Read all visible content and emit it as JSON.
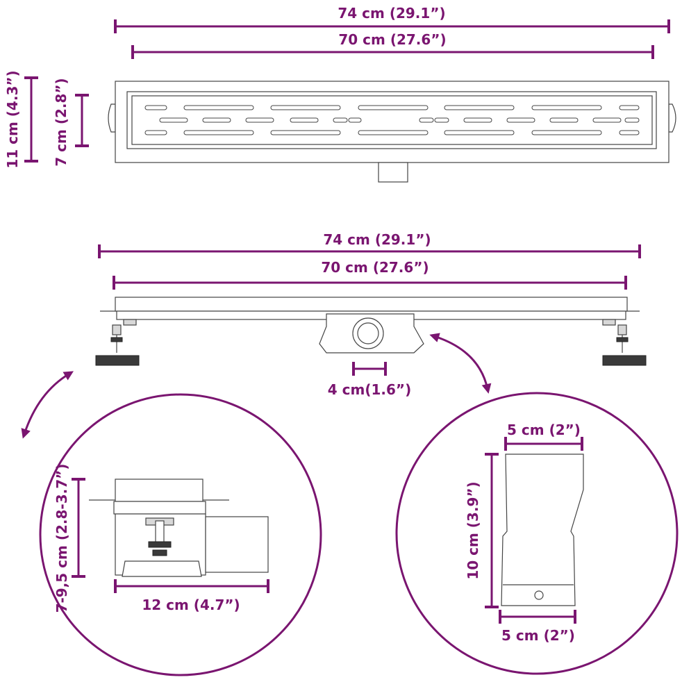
{
  "accent_color": "#7a1570",
  "outline_color": "#444444",
  "top_view": {
    "overall_length": "74 cm (29.1”)",
    "grate_length": "70 cm (27.6”)",
    "overall_width": "11 cm (4.3”)",
    "grate_width": "7 cm (2.8”)"
  },
  "side_view": {
    "overall_length": "74 cm (29.1”)",
    "grate_length": "70 cm (27.6”)",
    "outlet_diameter": "4 cm(1.6”)"
  },
  "detail_left": {
    "height_range": "7-9,5 cm (2.8-3.7”)",
    "depth": "12 cm (4.7”)"
  },
  "detail_right": {
    "top_width": "5 cm (2”)",
    "height": "10 cm (3.9”)",
    "bottom_width": "5 cm (2”)"
  }
}
